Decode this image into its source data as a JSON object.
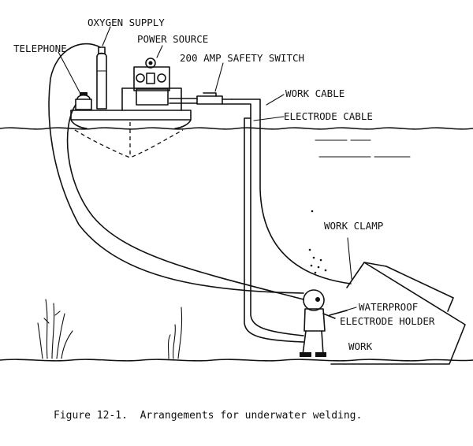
{
  "labels": {
    "oxygen_supply": "OXYGEN SUPPLY",
    "power_source": "POWER SOURCE",
    "telephone": "TELEPHONE",
    "safety_switch": "200 AMP SAFETY SWITCH",
    "work_cable": "WORK CABLE",
    "electrode_cable": "ELECTRODE CABLE",
    "work_clamp": "WORK CLAMP",
    "holder_line1": "WATERPROOF",
    "holder_line2": "ELECTRODE HOLDER",
    "work": "WORK"
  },
  "caption": "Figure 12-1.  Arrangements for underwater welding."
}
